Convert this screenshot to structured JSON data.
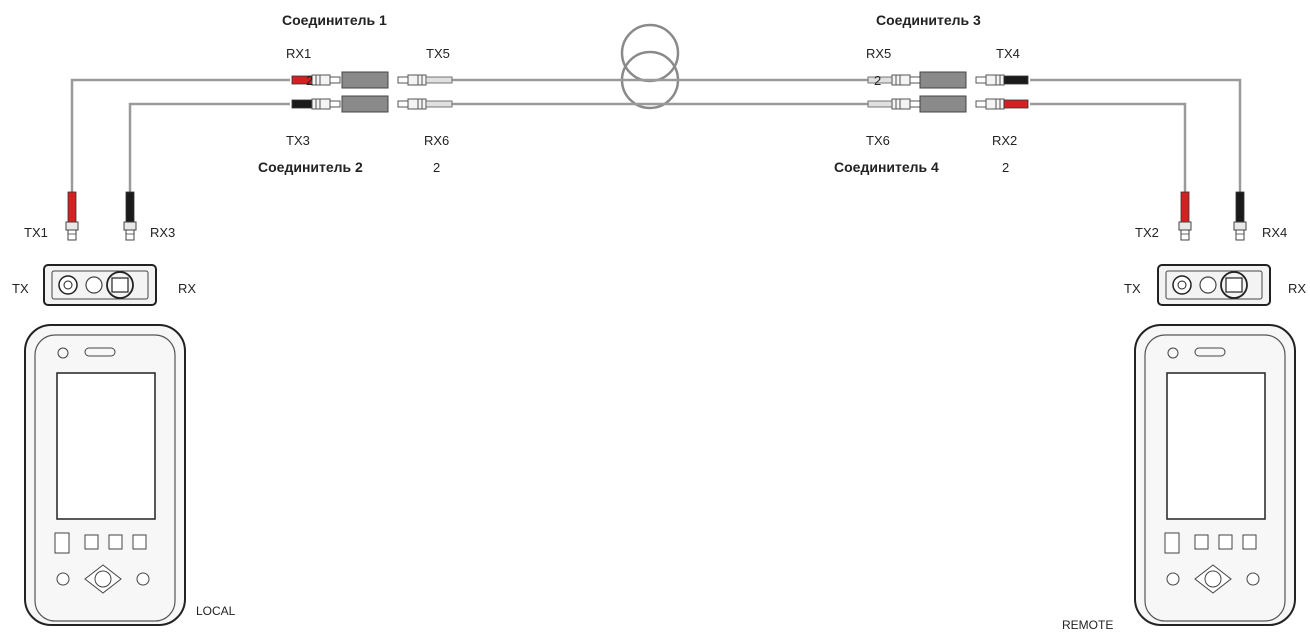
{
  "connectors": {
    "c1": "Соединитель 1",
    "c2": "Соединитель 2",
    "c3": "Соединитель 3",
    "c4": "Соединитель 4"
  },
  "ports": {
    "rx1": "RX1",
    "tx5": "TX5",
    "tx3": "TX3",
    "rx6": "RX6",
    "rx5": "RX5",
    "tx4": "TX4",
    "tx6": "TX6",
    "rx2": "RX2",
    "tx1": "TX1",
    "rx3": "RX3",
    "tx2": "TX2",
    "rx4": "RX4"
  },
  "marks": {
    "m_rx1": "2",
    "m_rx6": "2",
    "m_rx5": "2",
    "m_rx2": "2"
  },
  "local": {
    "tx": "TX",
    "rx": "RX",
    "name": "LOCAL"
  },
  "remote": {
    "tx": "TX",
    "rx": "RX",
    "name": "REMOTE"
  },
  "colors": {
    "cable": "#9a9a9a",
    "red_boot": "#d42020",
    "black_boot": "#1a1a1a"
  }
}
